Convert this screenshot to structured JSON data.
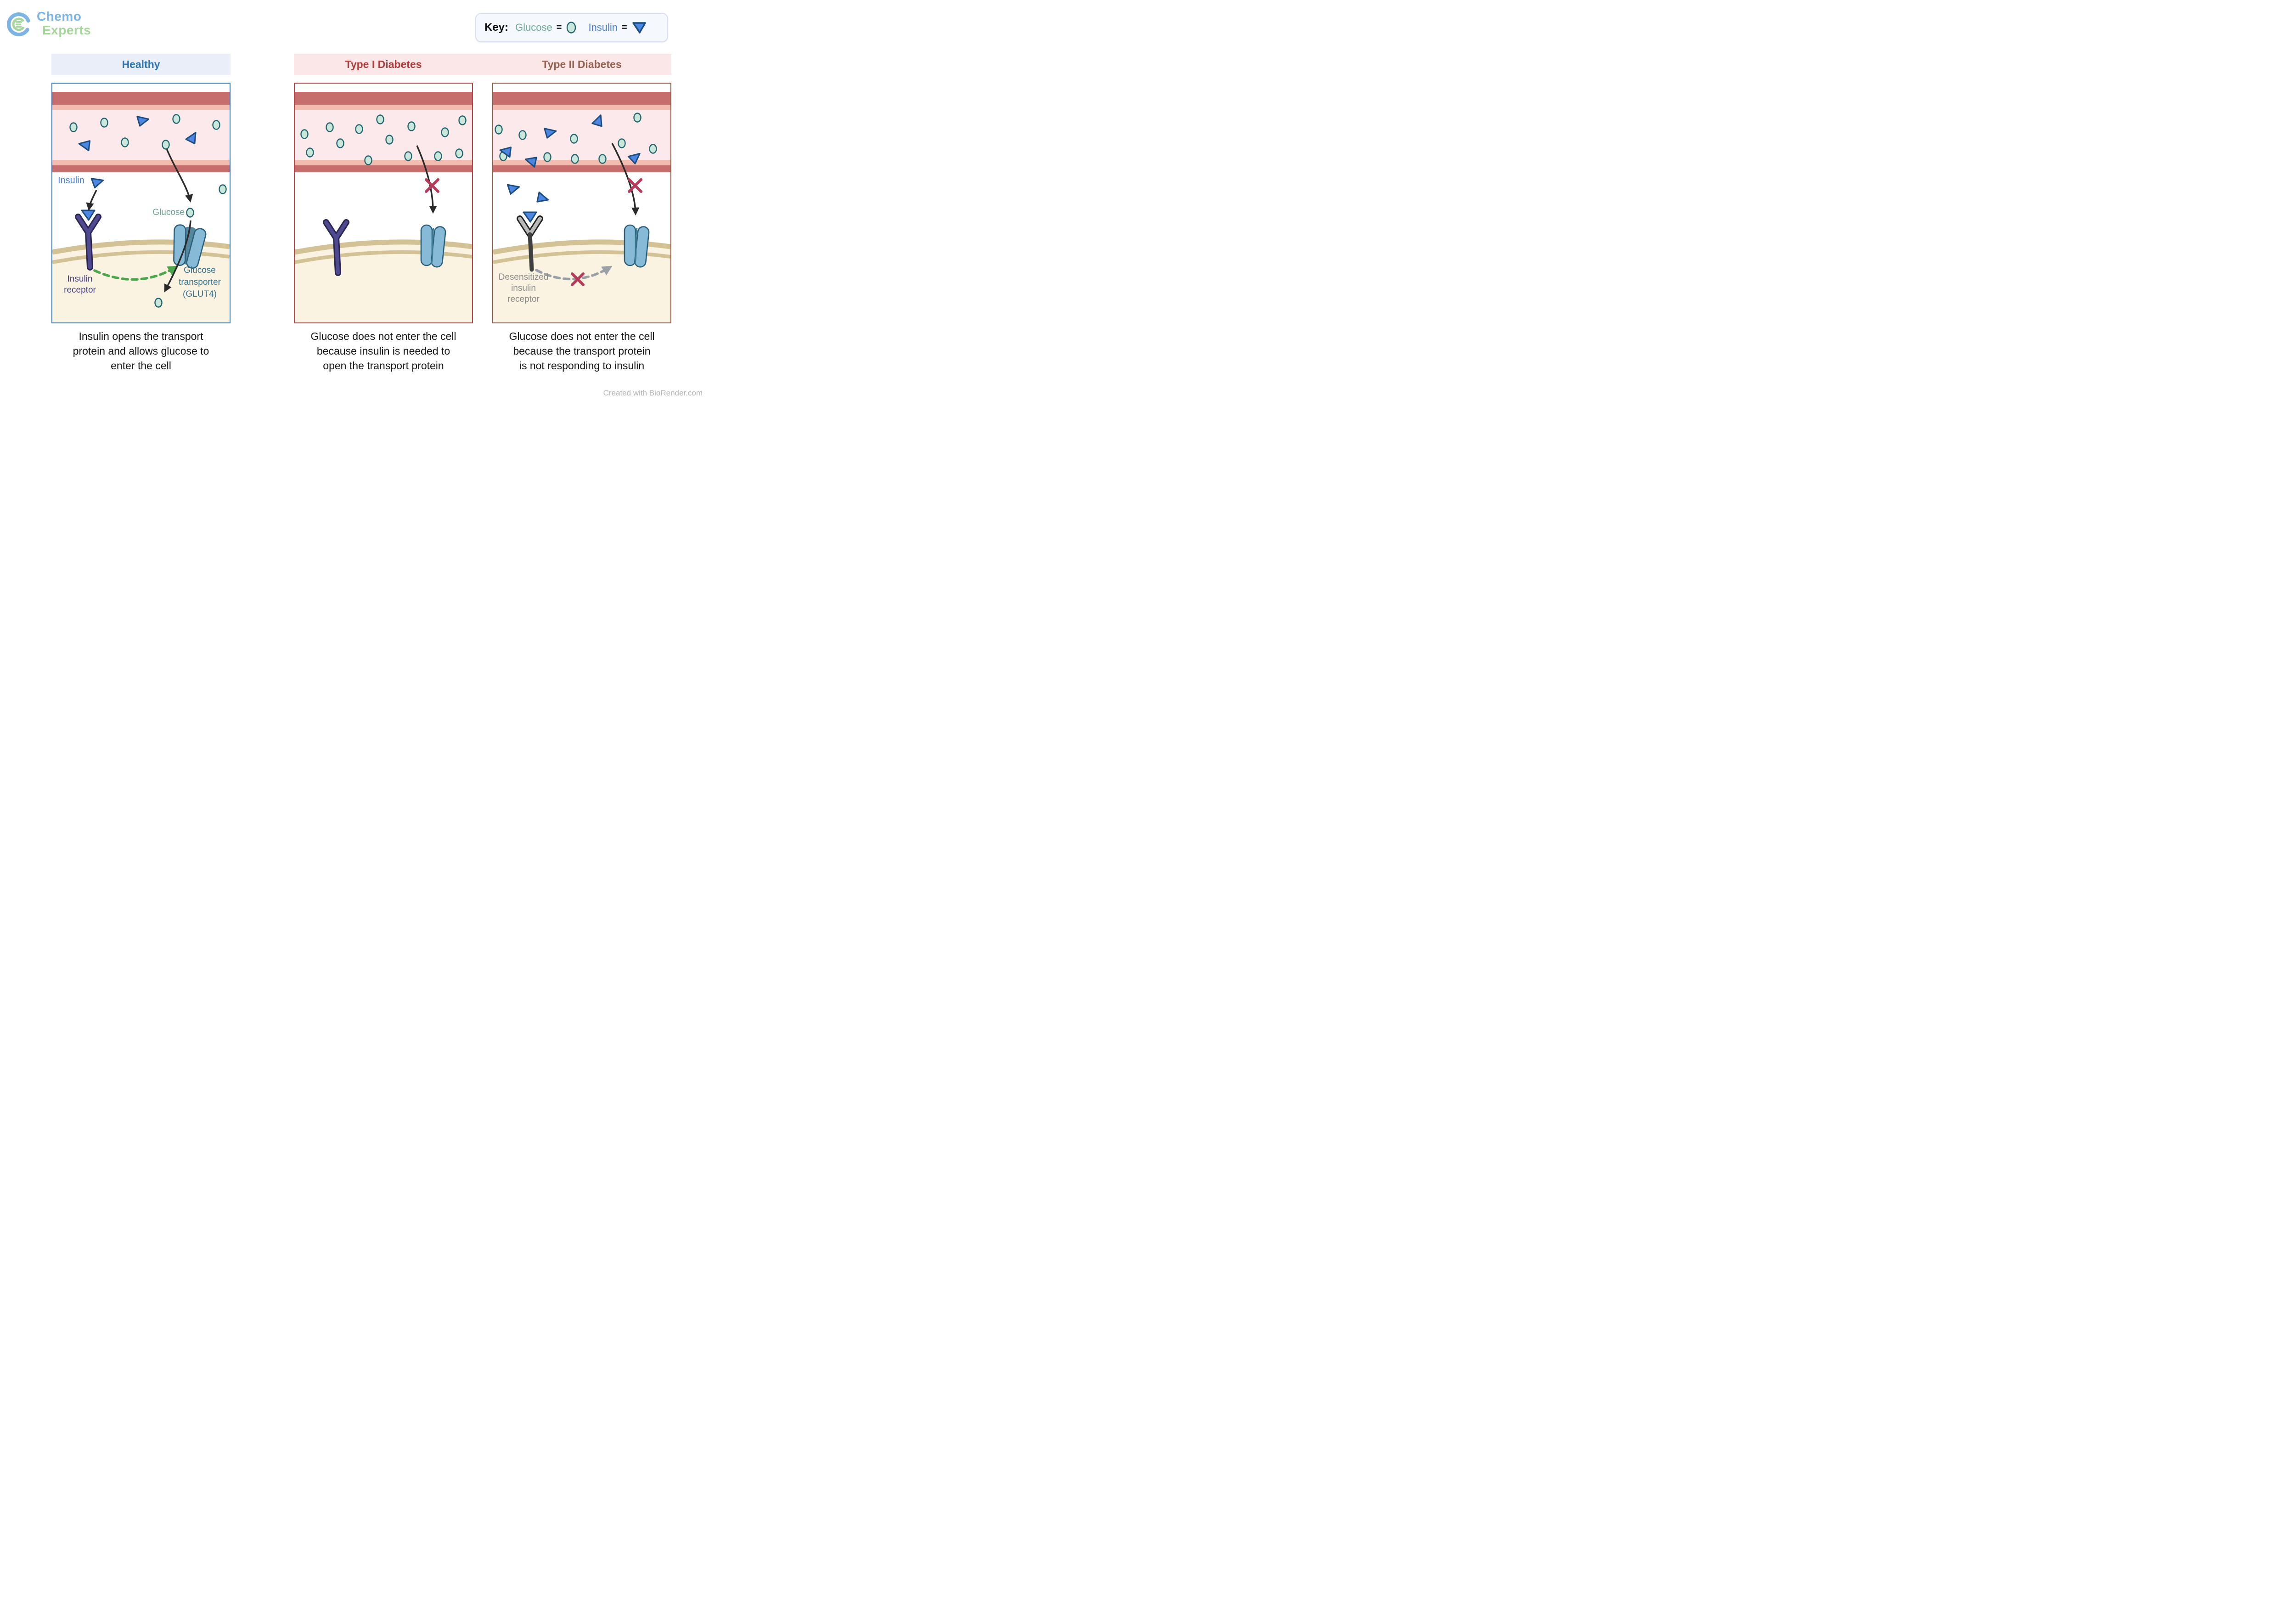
{
  "logo": {
    "line1": "Chemo",
    "line2": "Experts"
  },
  "key": {
    "title": "Key:",
    "glucose_label": "Glucose",
    "glucose_eq": "=",
    "insulin_label": "Insulin",
    "insulin_eq": "="
  },
  "colors": {
    "glucose_fill": "#c9e7da",
    "glucose_stroke": "#21646e",
    "insulin_fill": "#4d87e2",
    "insulin_stroke": "#1d4c80",
    "vessel_dark": "#c66d6d",
    "vessel_salmon": "#f3bcb1",
    "vessel_pink": "#fce9ec",
    "membrane_tan": "#d4c297",
    "cell_cream": "#faf3e1",
    "receptor_purple": "#4f4990",
    "receptor_gray": "#b9b9b9",
    "transporter_blue": "#86bad6",
    "green_arrow": "#4ca64c",
    "gray_arrow": "#9aa0a6",
    "x_mark": "#b63a5a",
    "healthy_accent": "#2c74b4",
    "type1_accent": "#b23b3b",
    "type2_accent": "#95604d"
  },
  "panels": [
    {
      "id": "healthy",
      "header": "Healthy",
      "caption": "Insulin opens the transport\nprotein and allows glucose to\nenter the cell",
      "labels": {
        "insulin": "Insulin",
        "glucose": "Glucose",
        "receptor": "Insulin\nreceptor",
        "transporter": "Glucose\ntransporter\n(GLUT4)"
      },
      "glucose": [
        [
          46,
          95
        ],
        [
          113,
          85
        ],
        [
          158,
          128
        ],
        [
          247,
          133
        ],
        [
          270,
          77
        ],
        [
          357,
          90
        ],
        [
          371,
          230
        ],
        [
          300,
          281
        ],
        [
          231,
          477
        ]
      ],
      "insulin": [
        [
          198,
          80,
          -8
        ],
        [
          70,
          133,
          195
        ],
        [
          306,
          117,
          -55
        ],
        [
          99,
          214,
          -12
        ]
      ]
    },
    {
      "id": "type1",
      "header": "Type I Diabetes",
      "caption": "Glucose does not enter the cell\nbecause insulin is needed to\nopen the transport protein",
      "labels": {},
      "glucose": [
        [
          21,
          110
        ],
        [
          33,
          150
        ],
        [
          76,
          95
        ],
        [
          99,
          130
        ],
        [
          140,
          99
        ],
        [
          160,
          167
        ],
        [
          186,
          78
        ],
        [
          206,
          122
        ],
        [
          254,
          93
        ],
        [
          247,
          158
        ],
        [
          312,
          158
        ],
        [
          327,
          106
        ],
        [
          358,
          152
        ],
        [
          365,
          80
        ]
      ],
      "insulin": []
    },
    {
      "id": "type2",
      "header": "Type II Diabetes",
      "caption": "Glucose does not enter the cell\nbecause the transport protein\nis not responding to insulin",
      "labels": {
        "receptor": "Desensitized\ninsulin\nreceptor"
      },
      "glucose": [
        [
          12,
          100
        ],
        [
          64,
          112
        ],
        [
          176,
          120
        ],
        [
          280,
          130
        ],
        [
          314,
          74
        ],
        [
          348,
          142
        ],
        [
          22,
          158
        ],
        [
          118,
          160
        ],
        [
          178,
          164
        ],
        [
          238,
          164
        ]
      ],
      "insulin": [
        [
          125,
          106,
          -8
        ],
        [
          27,
          147,
          195
        ],
        [
          82,
          168,
          200
        ],
        [
          230,
          80,
          -65
        ],
        [
          310,
          160,
          -35
        ],
        [
          45,
          228,
          -10
        ],
        [
          108,
          250,
          20
        ]
      ]
    }
  ],
  "footer": {
    "credit": "Created with BioRender.com"
  }
}
